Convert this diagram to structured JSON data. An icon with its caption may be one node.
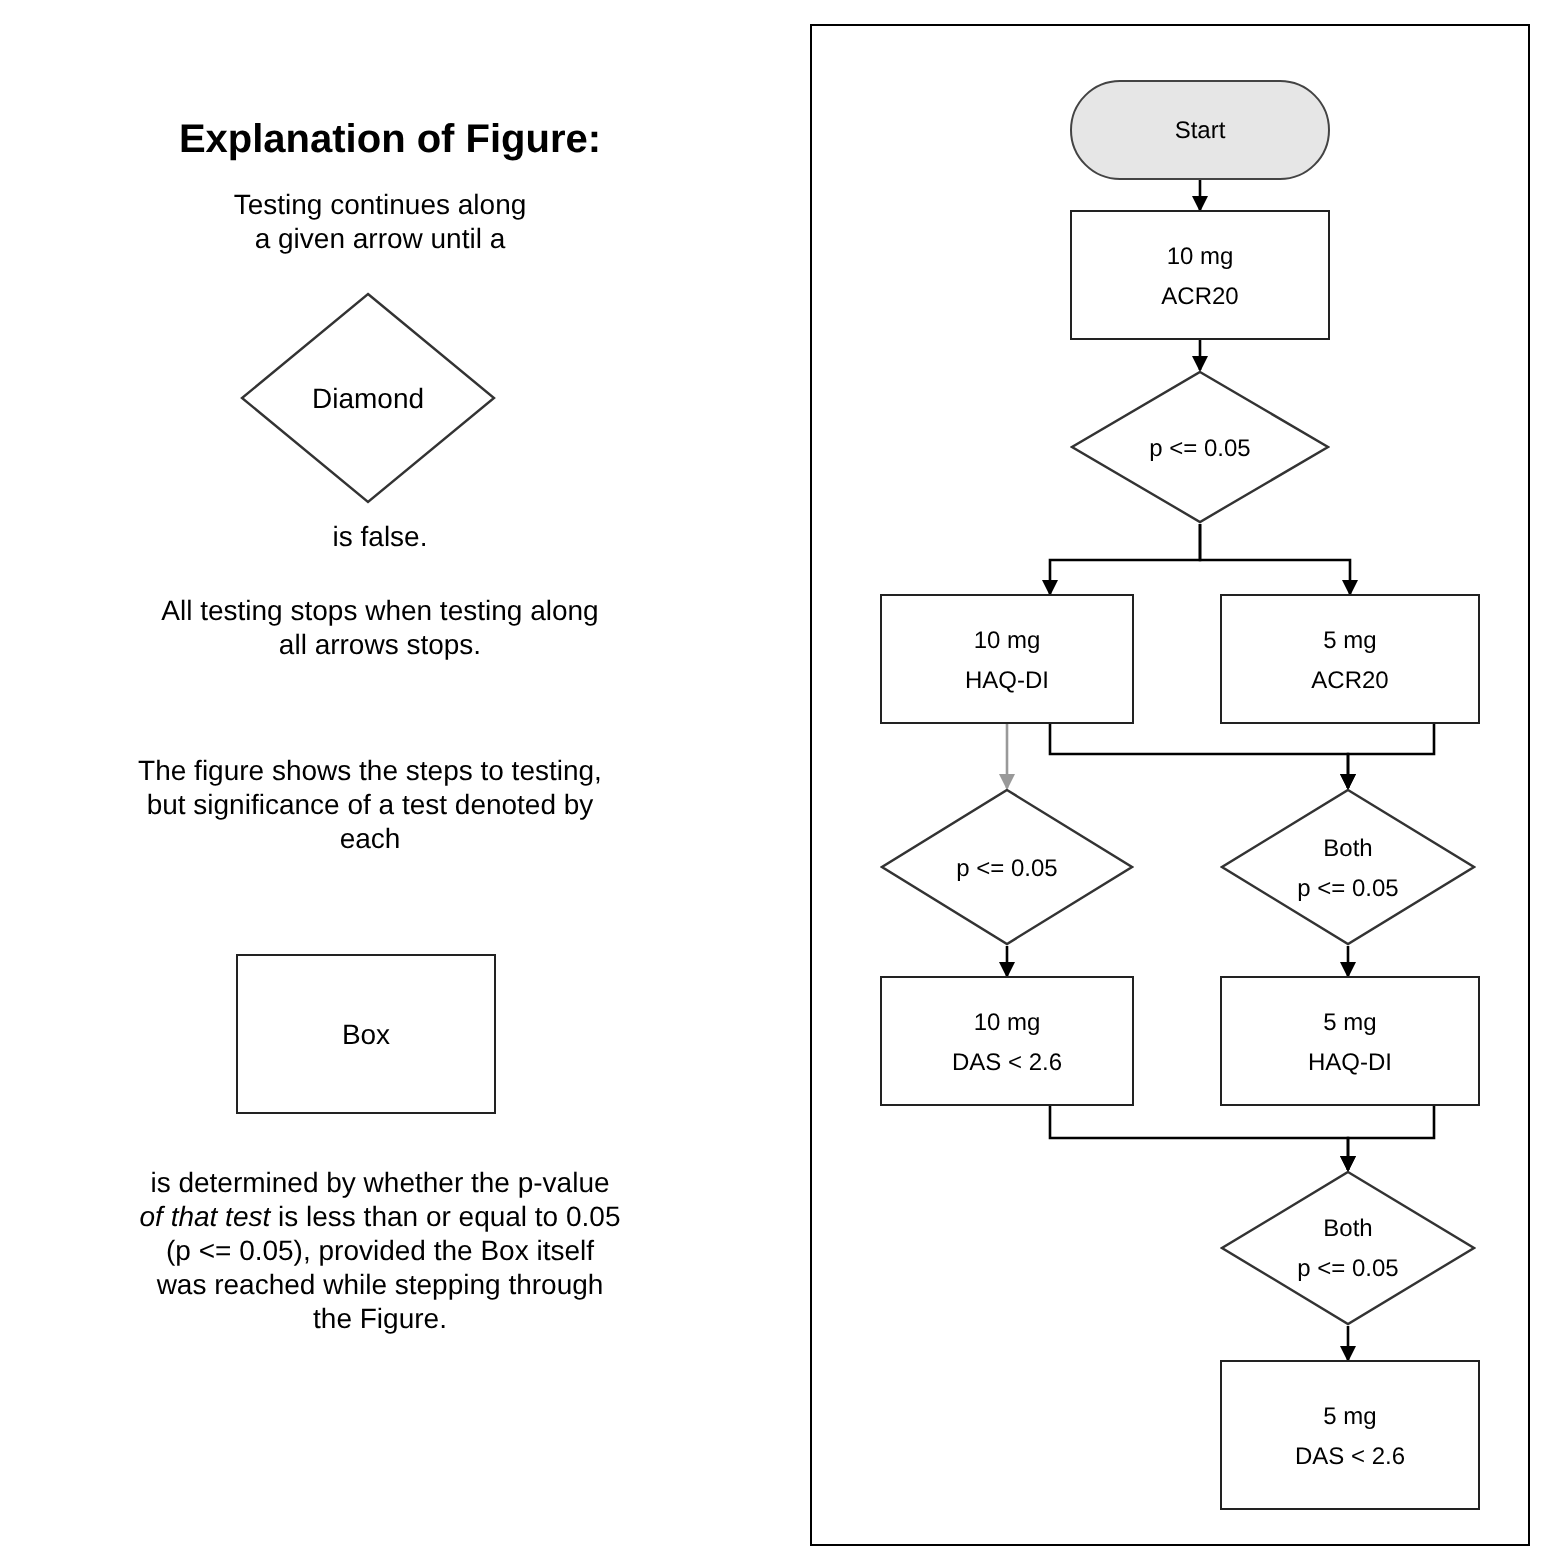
{
  "diagram": {
    "title": "Explanation of Figure:",
    "nodes": [
      {
        "text": [
          "Diamond"
        ]
      },
      {
        "text": [
          "Box"
        ]
      },
      {
        "text": [
          "Start"
        ]
      },
      {
        "text": [
          "10 mg",
          "ACR20"
        ]
      },
      {
        "text": [
          "p <= 0.05"
        ]
      },
      {
        "text": [
          "10 mg",
          "HAQ-DI"
        ]
      },
      {
        "text": [
          "5 mg",
          "ACR20"
        ]
      },
      {
        "text": [
          "p <= 0.05"
        ]
      },
      {
        "text": [
          "Both",
          "p <= 0.05"
        ]
      },
      {
        "text": [
          "10 mg",
          "DAS < 2.6"
        ]
      },
      {
        "text": [
          "5 mg",
          "HAQ-DI"
        ]
      },
      {
        "text": [
          "Both",
          "p <= 0.05"
        ]
      },
      {
        "text": [
          "5 mg",
          "DAS < 2.6"
        ]
      }
    ],
    "edges": [
      {
        "from": 2,
        "to": 3,
        "arrow": "to"
      },
      {
        "from": 3,
        "to": 4,
        "arrow": "to"
      },
      {
        "from": 4,
        "to": 5,
        "arrow": "to"
      },
      {
        "from": 4,
        "to": 6,
        "arrow": "to"
      },
      {
        "from": 5,
        "to": 7,
        "arrow": "to",
        "color": "#999999"
      },
      {
        "from": 5,
        "to": 8,
        "arrow": "to"
      },
      {
        "from": 6,
        "to": 8,
        "arrow": "to"
      },
      {
        "from": 7,
        "to": 9,
        "arrow": "to"
      },
      {
        "from": 8,
        "to": 10,
        "arrow": "to"
      },
      {
        "from": 9,
        "to": 11,
        "arrow": "to"
      },
      {
        "from": 10,
        "to": 11,
        "arrow": "to"
      },
      {
        "from": 11,
        "to": 12,
        "arrow": "to"
      }
    ],
    "labels": [
      "Testing continues along a given arrow until a",
      "is false.",
      "All testing stops when testing along all arrows stops.",
      "The figure shows the steps to testing, but significance of a test denoted by each",
      "is determined by whether the p-value *of that test* is less than or equal to 0.05 (p <= 0.05), provided the Box itself was reached while stepping through the Figure."
    ]
  }
}
